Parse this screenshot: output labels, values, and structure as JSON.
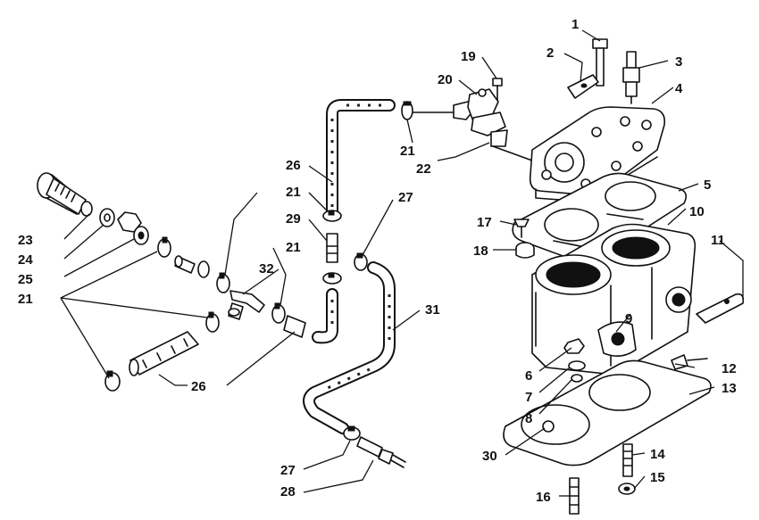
{
  "diagram": {
    "callouts": [
      {
        "id": "c1",
        "text": "1"
      },
      {
        "id": "c2",
        "text": "2"
      },
      {
        "id": "c3",
        "text": "3"
      },
      {
        "id": "c4",
        "text": "4"
      },
      {
        "id": "c5",
        "text": "5"
      },
      {
        "id": "c6",
        "text": "6"
      },
      {
        "id": "c7",
        "text": "7"
      },
      {
        "id": "c8",
        "text": "8"
      },
      {
        "id": "c9",
        "text": "9"
      },
      {
        "id": "c10",
        "text": "10"
      },
      {
        "id": "c11",
        "text": "11"
      },
      {
        "id": "c12",
        "text": "12"
      },
      {
        "id": "c13",
        "text": "13"
      },
      {
        "id": "c14",
        "text": "14"
      },
      {
        "id": "c15",
        "text": "15"
      },
      {
        "id": "c16",
        "text": "16"
      },
      {
        "id": "c17",
        "text": "17"
      },
      {
        "id": "c18",
        "text": "18"
      },
      {
        "id": "c19",
        "text": "19"
      },
      {
        "id": "c20",
        "text": "20"
      },
      {
        "id": "c21a",
        "text": "21"
      },
      {
        "id": "c21b",
        "text": "21"
      },
      {
        "id": "c21c",
        "text": "21"
      },
      {
        "id": "c21d",
        "text": "21"
      },
      {
        "id": "c22",
        "text": "22"
      },
      {
        "id": "c23",
        "text": "23"
      },
      {
        "id": "c24",
        "text": "24"
      },
      {
        "id": "c25",
        "text": "25"
      },
      {
        "id": "c26a",
        "text": "26"
      },
      {
        "id": "c26b",
        "text": "26"
      },
      {
        "id": "c27a",
        "text": "27"
      },
      {
        "id": "c27b",
        "text": "27"
      },
      {
        "id": "c28",
        "text": "28"
      },
      {
        "id": "c29",
        "text": "29"
      },
      {
        "id": "c30",
        "text": "30"
      },
      {
        "id": "c31",
        "text": "31"
      },
      {
        "id": "c32",
        "text": "32"
      }
    ]
  }
}
